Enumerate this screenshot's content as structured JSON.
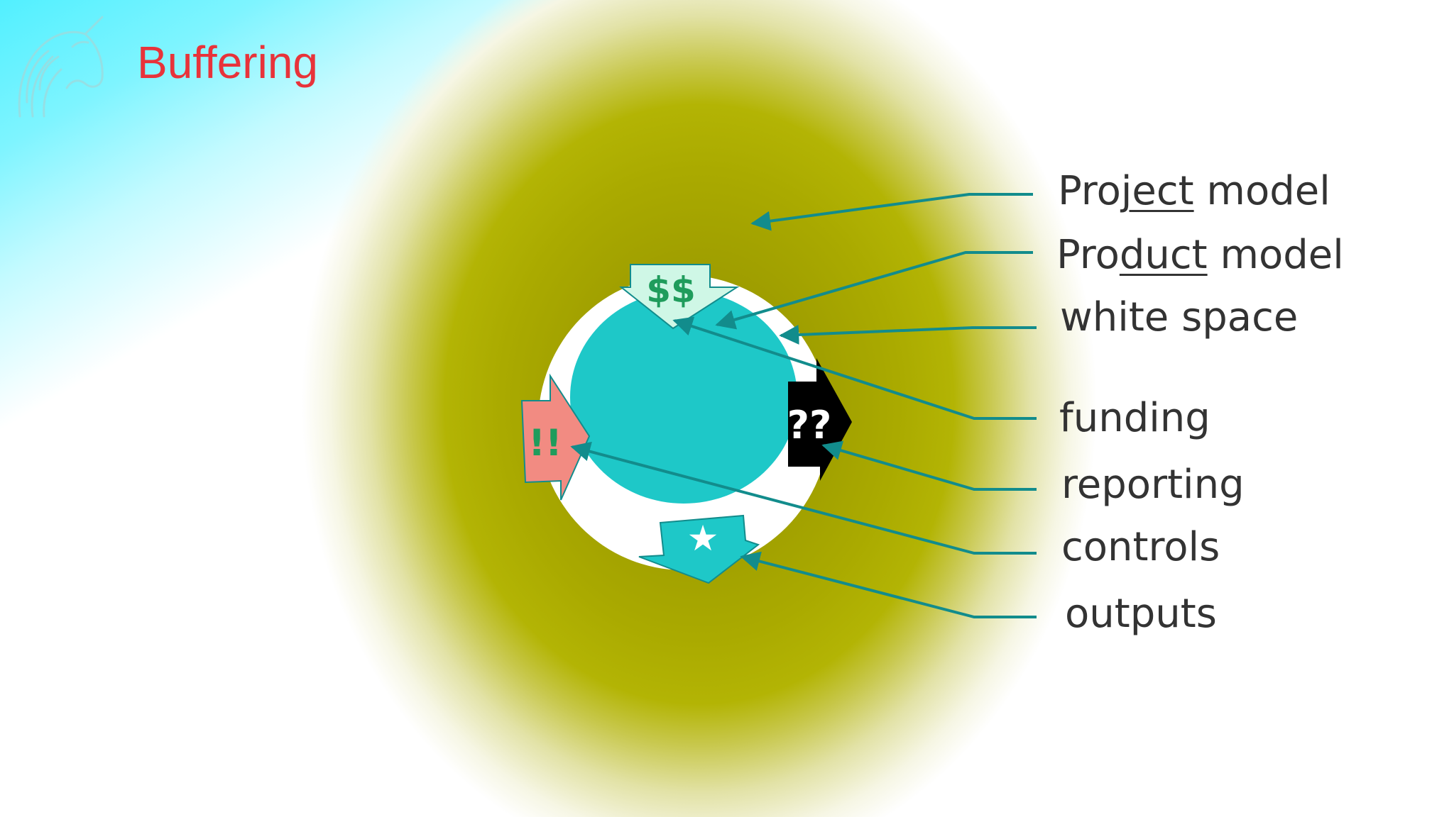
{
  "slide": {
    "title": "Buffering"
  },
  "labels": {
    "project": {
      "pre": "Pro",
      "underlined": "ject",
      "post": " model"
    },
    "product": {
      "pre": "Pro",
      "underlined": "duct",
      "post": " model"
    },
    "white_space": "white space",
    "funding": "funding",
    "reporting": "reporting",
    "controls": "controls",
    "outputs": "outputs"
  },
  "arrows": {
    "funding": "$$",
    "reporting": "??",
    "controls": "!!",
    "outputs": "★"
  },
  "colors": {
    "title": "#e8333a",
    "center": "#1ec8c8",
    "leader_line": "#128c8c",
    "funding_arrow": "#cff7e6",
    "funding_text": "#1f9c5c",
    "reporting_arrow": "#000000",
    "controls_arrow": "#f28b82",
    "controls_text": "#1f9c5c",
    "outputs_arrow": "#1ec8c8",
    "label_text": "#333333",
    "outer_field": "#9d9c00"
  }
}
